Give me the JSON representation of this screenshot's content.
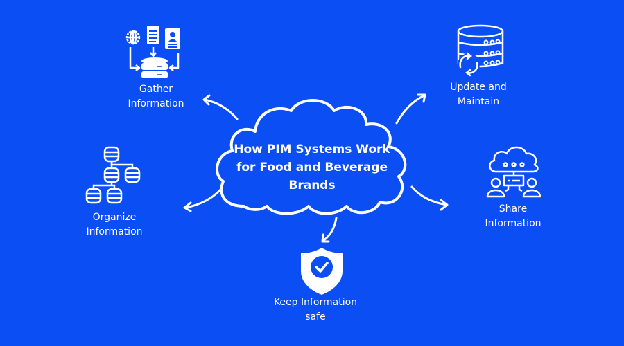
{
  "colors": {
    "background": "#0b4ef4",
    "foreground": "#ffffff"
  },
  "center": {
    "title_line1": "How PIM Systems Work",
    "title_line2": "for Food and Beverage",
    "title_line3": "Brands",
    "icon": "cloud-outline-icon"
  },
  "nodes": [
    {
      "id": "gather",
      "line1": "Gather",
      "line2": "Information",
      "icon": "data-collection-icon"
    },
    {
      "id": "update",
      "line1": "Update and",
      "line2": "Maintain",
      "icon": "database-sync-icon"
    },
    {
      "id": "organize",
      "line1": "Organize",
      "line2": "Information",
      "icon": "database-hierarchy-icon"
    },
    {
      "id": "share",
      "line1": "Share",
      "line2": "Information",
      "icon": "cloud-network-users-icon"
    },
    {
      "id": "safe",
      "line1": "Keep Information",
      "line2": "safe",
      "icon": "shield-check-icon"
    }
  ]
}
